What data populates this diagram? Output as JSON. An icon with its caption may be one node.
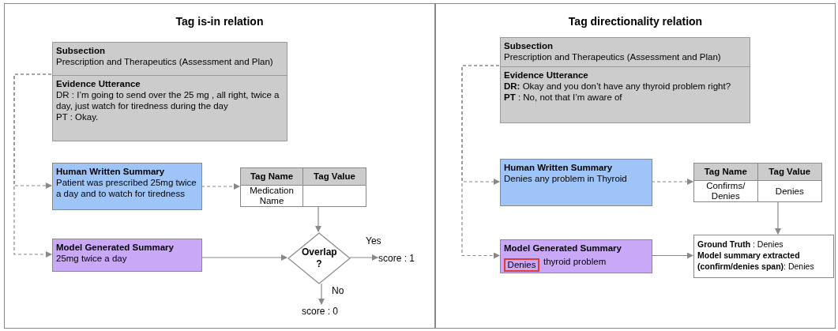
{
  "diagram": {
    "nodes": [
      {
        "text": [
          "Tag is-in relation"
        ]
      },
      {
        "text": [
          "Subsection",
          "Prescription and Therapeutics (Assessment and Plan)",
          "Evidence Utterance",
          "DR : I’m going to send over the 25 mg , all right, twice a day, just watch for tiredness during the day",
          "PT : Okay."
        ],
        "in": 0
      },
      {
        "text": [
          "Human Written Summary",
          "Patient was prescribed 25mg twice a day and to watch for tiredness"
        ],
        "in": 0
      },
      {
        "text": [
          "Tag Name",
          "Tag Value",
          "Medication Name"
        ],
        "in": 0
      },
      {
        "text": [
          "Model Generated Summary",
          "25mg twice a day"
        ],
        "in": 0
      },
      {
        "text": [
          "Overlap ?"
        ],
        "in": 0
      },
      {
        "text": [
          "score : 1"
        ],
        "in": 0
      },
      {
        "text": [
          "score : 0"
        ],
        "in": 0
      },
      {
        "text": [
          "Tag directionality relation"
        ]
      },
      {
        "text": [
          "Subsection",
          "Prescription and Therapeutics (Assessment and Plan)",
          "Evidence Utterance",
          "**DR:** Okay and you don’t have any thyroid problem right?",
          "**PT** : No, not that I’m aware of"
        ],
        "in": 8
      },
      {
        "text": [
          "Human Written Summary",
          "Denies any problem in Thyroid"
        ],
        "in": 8
      },
      {
        "text": [
          "Tag Name",
          "Tag Value",
          "Confirms/ Denies",
          "Denies"
        ],
        "in": 8
      },
      {
        "text": [
          "Model Generated Summary",
          "thyroid problem"
        ],
        "in": 8
      },
      {
        "text": [
          "Denies"
        ],
        "in": 12
      },
      {
        "text": [
          "**Ground Truth** : Denies",
          "**Model summary extracted (confirm/denies span)**: Denies"
        ],
        "in": 8
      }
    ],
    "edges": [
      {
        "from": 1,
        "to": 2,
        "arrow": "to",
        "style": "dashed"
      },
      {
        "from": 1,
        "to": 4,
        "arrow": "to",
        "style": "dashed"
      },
      {
        "from": 2,
        "to": 3,
        "arrow": "to",
        "style": "dashed"
      },
      {
        "from": 3,
        "to": 5,
        "arrow": "to"
      },
      {
        "from": 4,
        "to": 5,
        "arrow": "to"
      },
      {
        "from": 5,
        "to": 6,
        "arrow": "to",
        "label": "Yes"
      },
      {
        "from": 5,
        "to": 7,
        "arrow": "to",
        "label": "No"
      },
      {
        "from": 9,
        "to": 10,
        "arrow": "to",
        "style": "dashed"
      },
      {
        "from": 9,
        "to": 12,
        "arrow": "to",
        "style": "dashed"
      },
      {
        "from": 10,
        "to": 11,
        "arrow": "to",
        "style": "dashed"
      },
      {
        "from": 11,
        "to": 14,
        "arrow": "to"
      },
      {
        "from": 12,
        "to": 14,
        "arrow": "to"
      }
    ]
  }
}
